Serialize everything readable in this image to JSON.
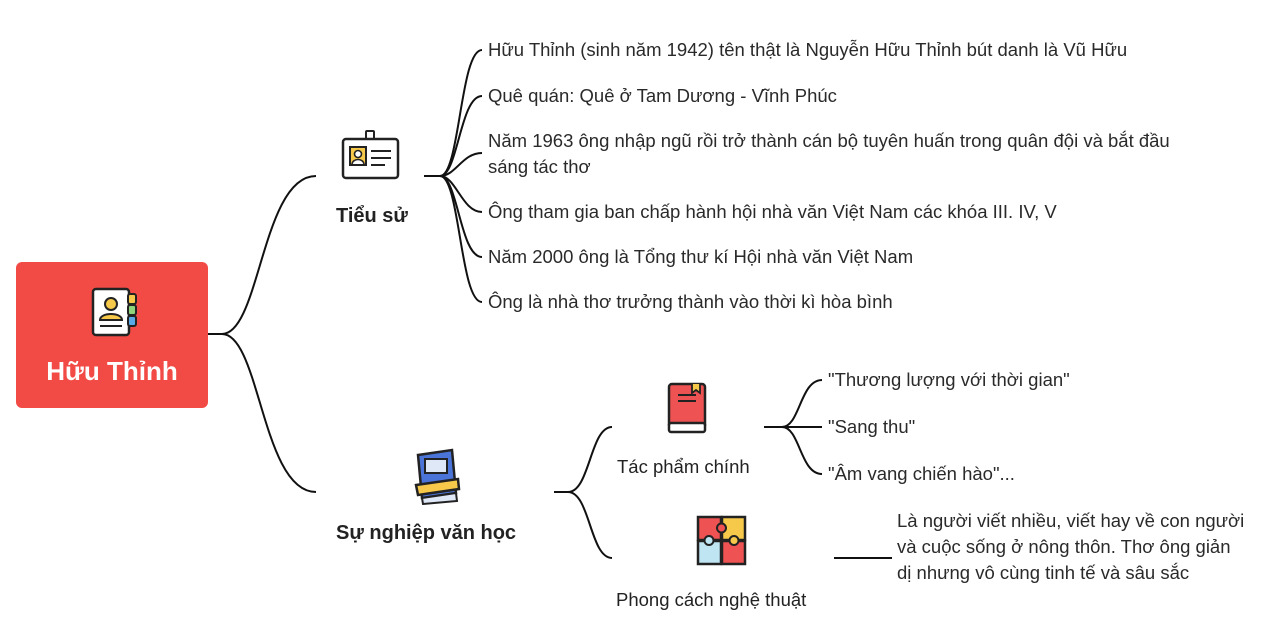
{
  "root": {
    "title": "Hữu Thỉnh"
  },
  "branches": {
    "tieu_su": {
      "label": "Tiểu sử",
      "items": [
        "Hữu Thỉnh (sinh năm 1942) tên thật là Nguyễn Hữu Thỉnh bút danh là Vũ Hữu",
        "Quê quán: Quê ở Tam Dương - Vĩnh Phúc",
        "Năm 1963 ông nhập ngũ rồi trở thành cán bộ tuyên huấn trong quân đội và bắt đầu sáng tác thơ",
        "Ông tham gia ban chấp hành hội nhà văn Việt Nam các khóa III. IV, V",
        "Năm 2000 ông là Tổng thư kí Hội nhà văn Việt Nam",
        "Ông là nhà thơ trưởng thành vào thời kì hòa bình"
      ]
    },
    "su_nghiep": {
      "label": "Sự nghiệp văn học",
      "tac_pham": {
        "label": "Tác phẩm chính",
        "items": [
          "\"Thương lượng với thời gian\"",
          "\"Sang thu\"",
          "\"Âm vang chiến hào\"..."
        ]
      },
      "phong_cach": {
        "label": "Phong cách nghệ thuật",
        "text": "Là người viết nhiều, viết hay về con người và cuộc sống ở nông thôn. Thơ ông giản dị nhưng vô cùng tinh tế và sâu sắc"
      }
    }
  },
  "colors": {
    "root": "#f24a45",
    "line": "#111111"
  },
  "icons": [
    "contact-book-icon",
    "id-card-icon",
    "book-icon",
    "red-book-icon",
    "puzzle-icon"
  ]
}
